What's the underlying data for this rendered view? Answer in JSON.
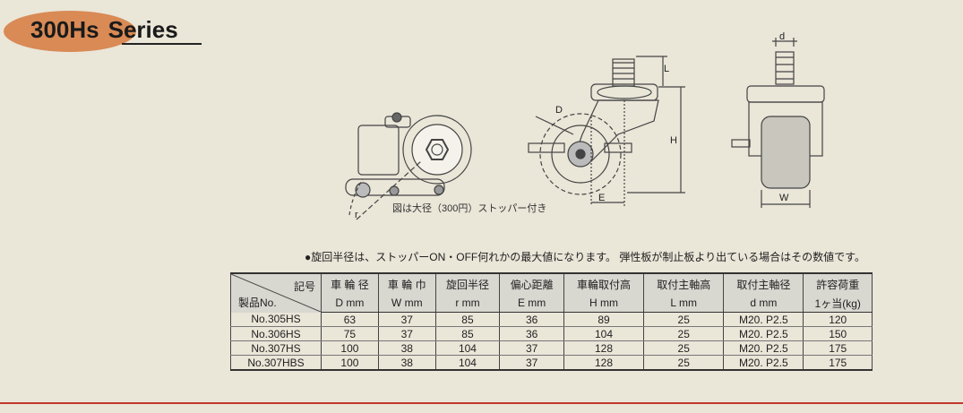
{
  "header": {
    "model": "300Hs",
    "series": "Series"
  },
  "figure": {
    "caption": "図は大径（300円）ストッパー付き"
  },
  "dimension_labels": {
    "L": "L",
    "H": "H",
    "d": "d",
    "W": "W",
    "E": "E",
    "D": "D",
    "r": "r"
  },
  "note": "●旋回半径は、ストッパーON・OFF何れかの最大値になります。 弾性板が制止板より出ている場合はその数値です。",
  "table": {
    "corner_top": "記号",
    "corner_bottom": "製品No.",
    "columns": [
      {
        "jp": "車 輪 径",
        "unit": "D mm"
      },
      {
        "jp": "車 輪 巾",
        "unit": "W mm"
      },
      {
        "jp": "旋回半径",
        "unit": "r mm"
      },
      {
        "jp": "偏心距離",
        "unit": "E mm"
      },
      {
        "jp": "車輪取付高",
        "unit": "H mm"
      },
      {
        "jp": "取付主軸高",
        "unit": "L mm"
      },
      {
        "jp": "取付主軸径",
        "unit": "d mm"
      },
      {
        "jp": "許容荷重",
        "unit": "1ヶ当(kg)"
      }
    ],
    "rows": [
      {
        "no": "No.305HS",
        "cells": [
          "63",
          "37",
          "85",
          "36",
          "89",
          "25",
          "M20. P2.5",
          "120"
        ]
      },
      {
        "no": "No.306HS",
        "cells": [
          "75",
          "37",
          "85",
          "36",
          "104",
          "25",
          "M20. P2.5",
          "150"
        ]
      },
      {
        "no": "No.307HS",
        "cells": [
          "100",
          "38",
          "104",
          "37",
          "128",
          "25",
          "M20. P2.5",
          "175"
        ]
      },
      {
        "no": "No.307HBS",
        "cells": [
          "100",
          "38",
          "104",
          "37",
          "128",
          "25",
          "M20. P2.5",
          "175"
        ]
      }
    ]
  },
  "colors": {
    "background": "#eae6d8",
    "title_oval": "#d98a55",
    "accent_line": "#c0392b"
  }
}
